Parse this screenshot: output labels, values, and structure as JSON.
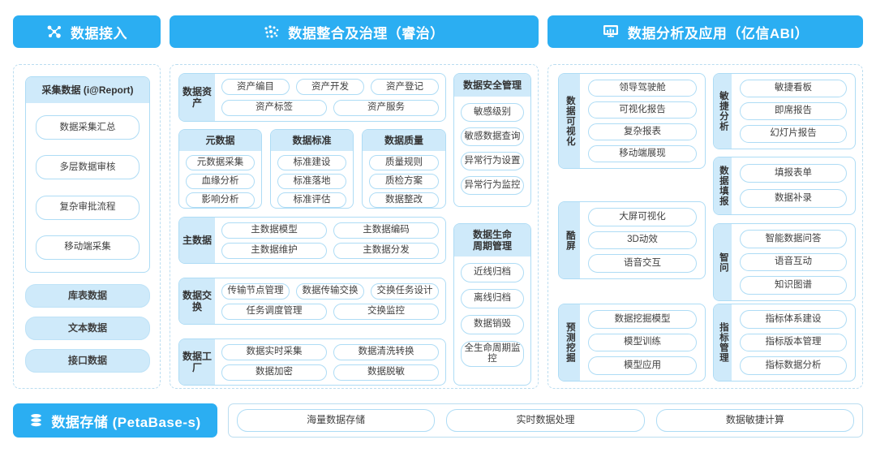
{
  "columns": {
    "ingest": {
      "header": {
        "title": "数据接入",
        "icon": "nodes-network-icon"
      },
      "collect_card": {
        "title": "采集数据 (i@Report)",
        "items": [
          "数据采集汇总",
          "多层数据审核",
          "复杂审批流程",
          "移动端采集"
        ]
      },
      "sources": [
        "库表数据",
        "文本数据",
        "接口数据"
      ]
    },
    "governance": {
      "header": {
        "title": "数据整合及治理（睿治）",
        "icon": "data-dots-icon"
      },
      "assets": {
        "label": "数据资产",
        "rows": [
          [
            "资产编目",
            "资产开发",
            "资产登记"
          ],
          [
            "资产标签",
            "资产服务"
          ]
        ]
      },
      "metadata": {
        "title": "元数据",
        "items": [
          "元数据采集",
          "血缘分析",
          "影响分析"
        ]
      },
      "standard": {
        "title": "数据标准",
        "items": [
          "标准建设",
          "标准落地",
          "标准评估"
        ]
      },
      "quality": {
        "title": "数据质量",
        "items": [
          "质量规则",
          "质检方案",
          "数据整改"
        ]
      },
      "master": {
        "label": "主数据",
        "rows": [
          [
            "主数据模型",
            "主数据编码"
          ],
          [
            "主数据维护",
            "主数据分发"
          ]
        ]
      },
      "exchange": {
        "label": "数据交换",
        "rows": [
          [
            "传输节点管理",
            "数据传输交换",
            "交换任务设计"
          ],
          [
            "任务调度管理",
            "交换监控"
          ]
        ]
      },
      "factory": {
        "label": "数据工厂",
        "rows": [
          [
            "数据实时采集",
            "数据清洗转换"
          ],
          [
            "数据加密",
            "数据脱敏"
          ]
        ]
      },
      "security": {
        "title": "数据安全管理",
        "items": [
          "敏感级别",
          "敏感数据查询",
          "异常行为设置",
          "异常行为监控"
        ]
      },
      "lifecycle": {
        "title": "数据生命周期管理",
        "title_line1": "数据生命",
        "title_line2": "周期管理",
        "items": [
          "近线归档",
          "离线归档",
          "数据销毁",
          "全生命周期监控"
        ]
      }
    },
    "analysis": {
      "header": {
        "title": "数据分析及应用（亿信ABI）",
        "icon": "monitor-chart-icon"
      },
      "visualization": {
        "label": "数据可视化",
        "items": [
          "领导驾驶舱",
          "可视化报告",
          "复杂报表",
          "移动端展现"
        ]
      },
      "coolscreen": {
        "label": "酷屏",
        "items": [
          "大屏可视化",
          "3D动效",
          "语音交互"
        ]
      },
      "prediction": {
        "label": "预测挖掘",
        "items": [
          "数据挖掘模型",
          "模型训练",
          "模型应用"
        ]
      },
      "agile": {
        "label": "敏捷分析",
        "items": [
          "敏捷看板",
          "即席报告",
          "幻灯片报告"
        ]
      },
      "filling": {
        "label": "数据填报",
        "items": [
          "填报表单",
          "数据补录"
        ]
      },
      "smartask": {
        "label": "智问",
        "items": [
          "智能数据问答",
          "语音互动",
          "知识图谱"
        ]
      },
      "kpi": {
        "label": "指标管理",
        "items": [
          "指标体系建设",
          "指标版本管理",
          "指标数据分析"
        ]
      }
    }
  },
  "storage": {
    "header": {
      "title": "数据存储 (PetaBase-s)",
      "icon": "database-icon"
    },
    "items": [
      "海量数据存储",
      "实时数据处理",
      "数据敏捷计算"
    ]
  },
  "colors": {
    "brand_blue": "#2BAEF2",
    "pill_border": "#AEDCF5",
    "fill_light": "#CFEAFA",
    "dashed_border": "#BBDDF0"
  }
}
